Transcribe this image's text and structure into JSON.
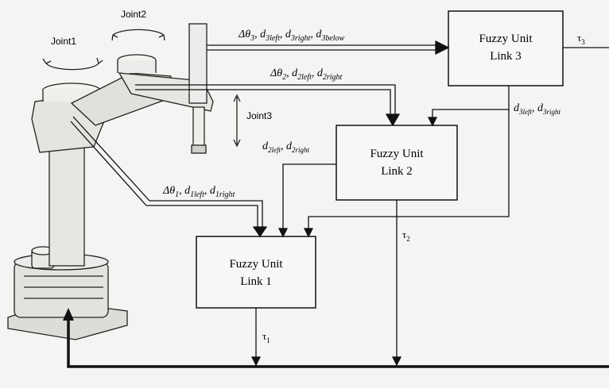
{
  "joints": {
    "joint1": "Joint1",
    "joint2": "Joint2",
    "joint3": "Joint3"
  },
  "units": {
    "link3": {
      "line1": "Fuzzy Unit",
      "line2": "Link 3"
    },
    "link2": {
      "line1": "Fuzzy Unit",
      "line2": "Link 2"
    },
    "link1": {
      "line1": "Fuzzy Unit",
      "line2": "Link 1"
    }
  },
  "signals": {
    "in3": {
      "a": "Δθ",
      "a_sub": "3",
      "b": "d",
      "b_sub": "3left",
      "c": "d",
      "c_sub": "3right",
      "d": "d",
      "d_sub": "3below"
    },
    "in2": {
      "a": "Δθ",
      "a_sub": "2",
      "b": "d",
      "b_sub": "2left",
      "c": "d",
      "c_sub": "2right"
    },
    "in1": {
      "a": "Δθ",
      "a_sub": "1",
      "b": "d",
      "b_sub": "1left",
      "c": "d",
      "c_sub": "1right"
    },
    "fb3": {
      "b": "d",
      "b_sub": "3left",
      "c": "d",
      "c_sub": "3right"
    },
    "fb2": {
      "b": "d",
      "b_sub": "2left",
      "c": "d",
      "c_sub": "2right"
    }
  },
  "outputs": {
    "tau3": {
      "sym": "τ",
      "sub": "3"
    },
    "tau2": {
      "sym": "τ",
      "sub": "2"
    },
    "tau1": {
      "sym": "τ",
      "sub": "1"
    }
  }
}
